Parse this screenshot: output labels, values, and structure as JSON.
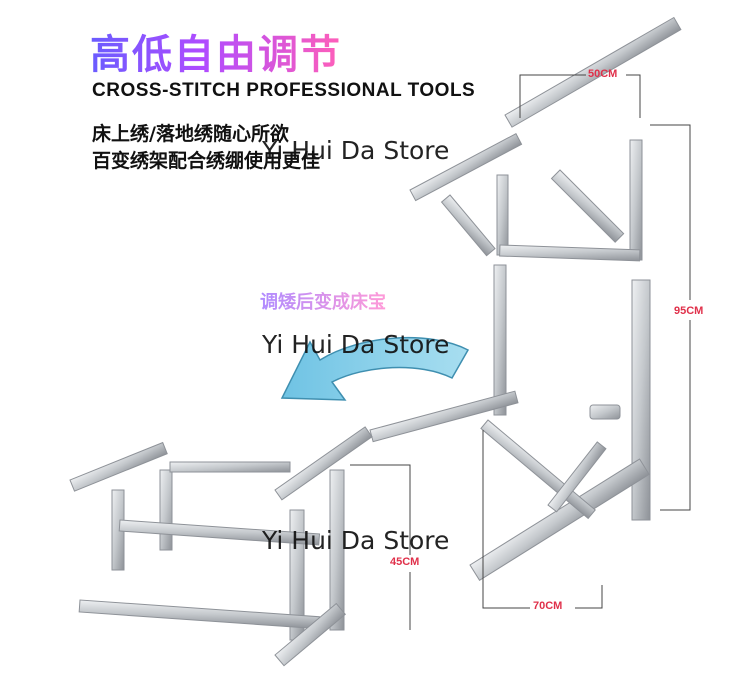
{
  "header": {
    "title_cn": "高低自由调节",
    "subtitle": "CROSS-STITCH PROFESSIONAL TOOLS",
    "line1": "床上绣/落地绣随心所欲",
    "line2": "百变绣架配合绣绷使用更佳"
  },
  "conversion_label": "调矮后变成床宝",
  "dimensions": {
    "top_width": "50CM",
    "height_tall": "95CM",
    "base_width": "70CM",
    "height_short": "45CM"
  },
  "watermark": "Yi Hui Da Store",
  "colors": {
    "frame_metal": "#c9ccd0",
    "frame_shadow": "#8e9298",
    "arrow": "#8fd2ea",
    "dimension_text": "#e0304a"
  },
  "icons": [
    "curved-arrow-icon"
  ]
}
